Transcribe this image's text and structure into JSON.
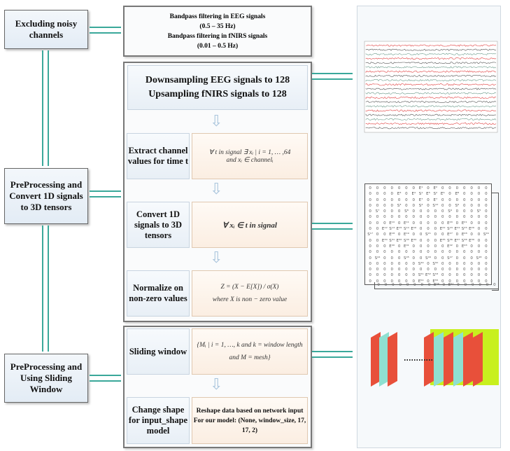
{
  "left": {
    "step1": "Excluding noisy channels",
    "step2": "PreProcessing and Convert 1D signals to 3D tensors",
    "step3": "PreProcessing and Using Sliding Window"
  },
  "filter": {
    "line1": "Bandpass filtering in EEG signals",
    "line2": "(0.5 – 35 Hz)",
    "line3": "Bandpass filtering in fNIRS signals",
    "line4": "(0.01 – 0.5 Hz)"
  },
  "resample": {
    "line1": "Downsampling EEG signals to 128",
    "line2": "Upsampling fNIRS signals to 128"
  },
  "rows": [
    {
      "label": "Extract channel values for time t",
      "math1": "∀ t in signal ∃ xᵢ | i = 1, … ,64",
      "math2": "and xᵢ ∈ channelᵢ"
    },
    {
      "label": "Convert 1D signals to 3D tensors",
      "math1": "∀ xᵢ ∈ t in signal",
      "math2": ""
    },
    {
      "label": "Normalize on non-zero values",
      "math1": "Z = (X − E[X]) / σ(X)",
      "math2": "where X is non − zero value"
    },
    {
      "label": "Sliding window",
      "math1": "{Mᵢ | i = 1, …, k and k = window length",
      "math2": "and M = mesh}"
    },
    {
      "label": "Change shape for input_shape model",
      "math1": "Reshape data based on network input",
      "math2": "For our model: (None, window_size, 17, 17, 2)"
    }
  ],
  "matrix": [
    "0 0 0 0 0 0 0 E¹ 0 E² 0 0 0 0 0 0 0",
    "0 0 0 0 E³ 0 E⁴ S¹ E⁵ S² E⁶ 0 E⁸ 0 0 0 0",
    "0 0 0 0 0 0 0 E⁷ 0 E⁷ 0 0 0 0 0 0 0",
    "0 0 0 0 S³ 0 0 S⁴ 0 S¹⁰ 0 0 S⁶ 0 0 0 0",
    "0 S⁷ 0 0 0 S⁸ 0 0 0 0 0 S⁹ 0 0 0 S⁵ 0",
    "0 0 0 0 0 0 0 0 0 0 0 0 0 0 0 0 0",
    "0 0 0 E¹⁰ 0 E¹¹ 0 0 0 0 0 E²⁰ 0 E²¹ 0 0 0",
    "0 0 E¹² S¹³ E¹⁵ S¹⁴ E¹⁶ 0 0 0 E²² S²³ E²⁴ S²⁵ E²⁶ 0 0",
    "S¹⁷ 0 0 E¹⁸ 0 E¹⁹ 0 0 S²¹ 0 0 E²⁷ 0 E²⁸ 0 0 S²⁹",
    "0 0 E³⁰ S³¹ E³² S³³ E³⁴ 0 0 0 E³⁵ S³⁶ E³⁷ S³⁸ E³⁹ 0 0",
    "0 0 0 E⁴⁰ 0 E⁴¹ 0 0 0 0 0 E⁴² 0 E⁴³ 0 0 0",
    "0 0 0 0 0 0 0 0 0 0 0 0 0 0 0 0 0",
    "0 S⁴⁴ 0 0 0 S⁴⁵ 0 0 S⁴⁶ 0 0 S⁴⁷ 0 0 0 S⁴⁸ 0",
    "0 0 0 0 0 0 0 S⁴⁹ 0 S⁵⁰ 0 0 0 0 0 0 0",
    "0 0 0 0 0 0 0 0 0 0 0 0 0 0 0 0 0",
    "0 0 0 0 0 0 0 S⁵¹ E⁵² S⁵³ 0 0 0 0 0 0 0",
    "0 0 0 0 0 0 0 E⁵⁴ 0 E⁵⁵ 0 0 0 0 0 0 0"
  ],
  "matrix_bottom": "0 0 0 0 0 0 0 0 E⁵⁶ 0 E⁵⁷ 0 0 0 0 0 0",
  "colors": {
    "arrow": "#3aa89a",
    "red": "#e8503a",
    "cyan": "#8fe0d0",
    "lime": "#c8f01e"
  }
}
